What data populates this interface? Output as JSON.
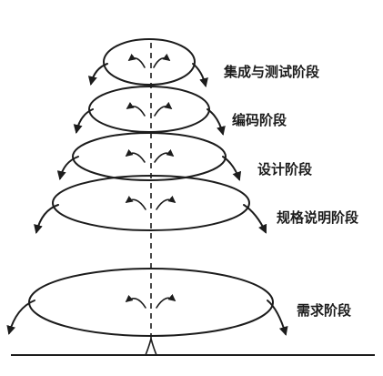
{
  "diagram": {
    "stages": [
      {
        "id": "integration",
        "label": "集成与测试阶段"
      },
      {
        "id": "coding",
        "label": "编码阶段"
      },
      {
        "id": "design",
        "label": "设计阶段"
      },
      {
        "id": "specification",
        "label": "规格说明阶段"
      },
      {
        "id": "requirements",
        "label": "需求阶段"
      }
    ],
    "colors": {
      "ink": "#1c1c1c",
      "background": "#ffffff"
    }
  }
}
